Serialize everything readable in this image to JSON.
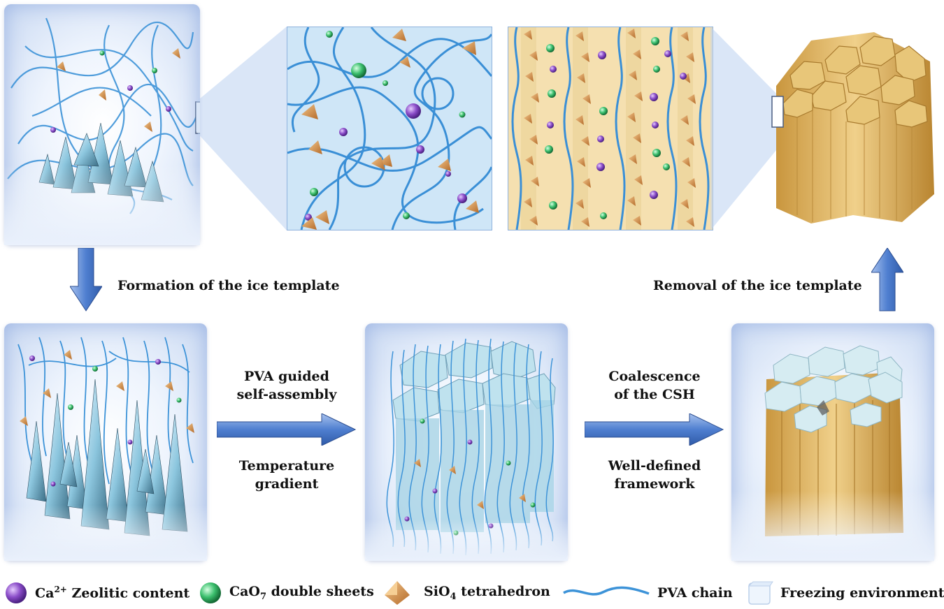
{
  "labels": {
    "formation": "Formation of the ice template",
    "removal": "Removal of the ice template",
    "pva_guided": "PVA guided",
    "self_assembly": "self-assembly",
    "temperature": "Temperature",
    "gradient": "gradient",
    "coalescence": "Coalescence",
    "of_csh": "of the CSH",
    "well_defined": "Well-defined",
    "framework": "framework"
  },
  "legend": [
    {
      "icon": "purple-sphere-icon",
      "prefix": "Ca",
      "sup": "2+",
      "suffix": " Zeolitic content"
    },
    {
      "icon": "green-sphere-icon",
      "prefix": "CaO",
      "sub": "7",
      "suffix": " double sheets"
    },
    {
      "icon": "tetrahedron-icon",
      "prefix": "SiO",
      "sub": "4",
      "suffix": " tetrahedron"
    },
    {
      "icon": "pva-chain-icon",
      "text": "PVA chain"
    },
    {
      "icon": "ice-cube-icon",
      "text": "Freezing environment"
    }
  ],
  "colors": {
    "pva": "#3d93d8",
    "ca": "#7a3fb5",
    "cao7": "#35b06a",
    "sio4": "#d99a52",
    "csh": "#e2c27a",
    "arrow": "#4d79c9"
  }
}
